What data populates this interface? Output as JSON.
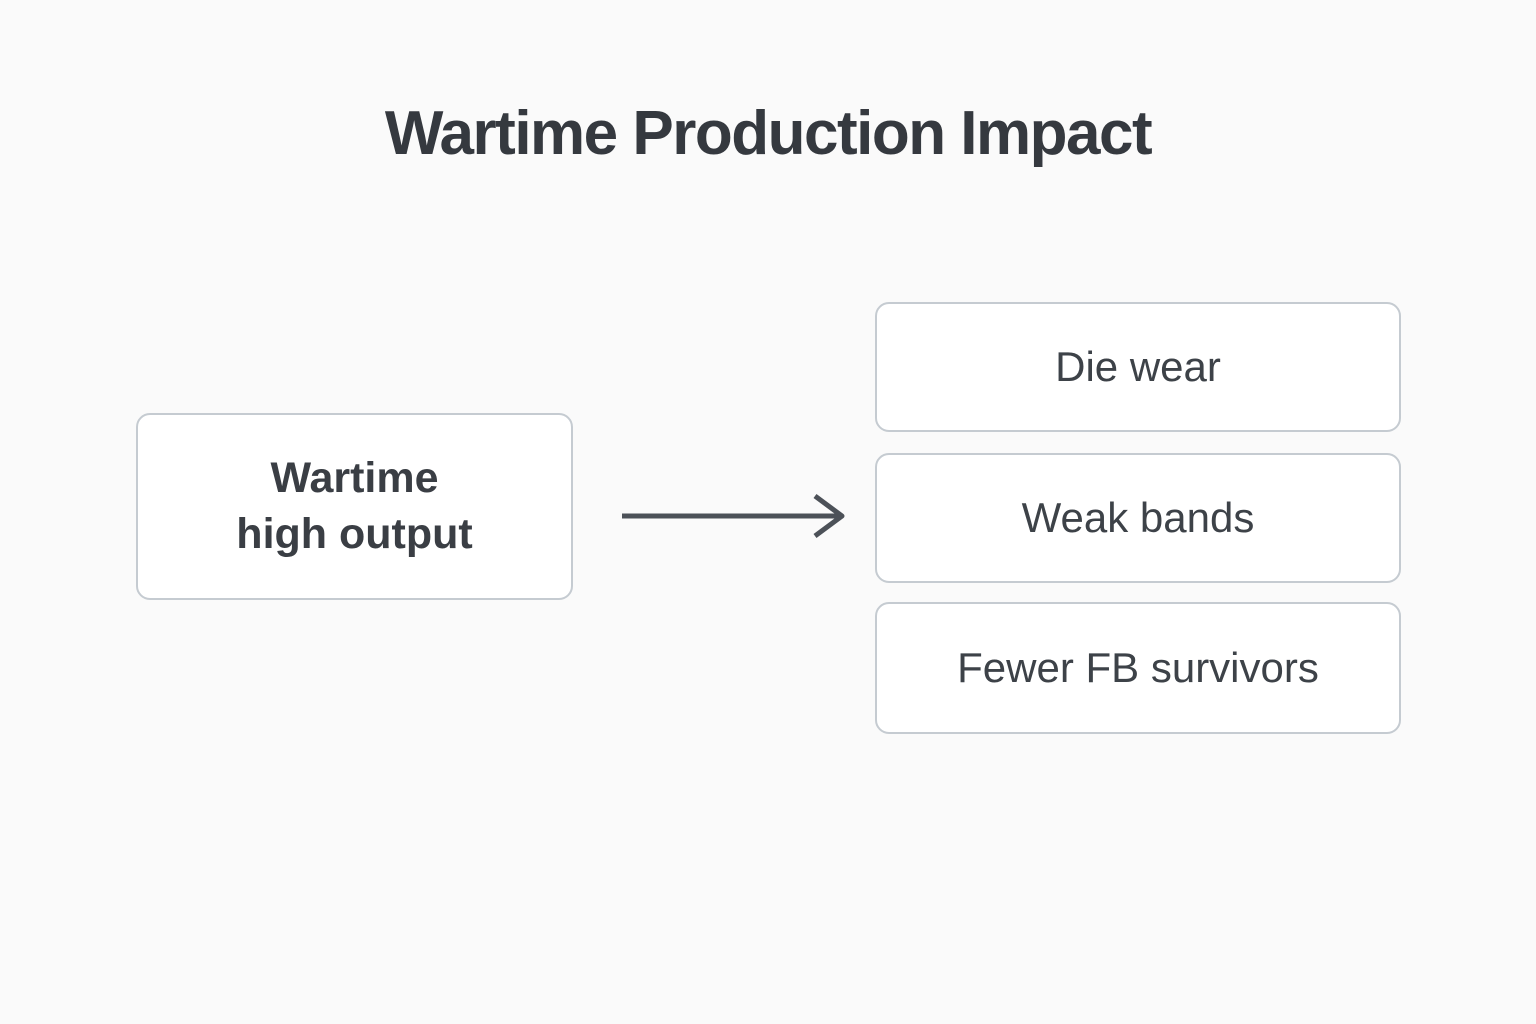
{
  "diagram": {
    "title": "Wartime Production Impact",
    "cause": {
      "line1": "Wartime",
      "line2": "high output"
    },
    "effects": [
      {
        "label": "Die wear"
      },
      {
        "label": "Weak bands"
      },
      {
        "label": "Fewer FB survivors"
      }
    ],
    "colors": {
      "background": "#fafafa",
      "box_fill": "#ffffff",
      "box_border": "#c5cbd1",
      "title_text": "#35393f",
      "box_text": "#3d4248",
      "arrow": "#4c5158"
    }
  }
}
